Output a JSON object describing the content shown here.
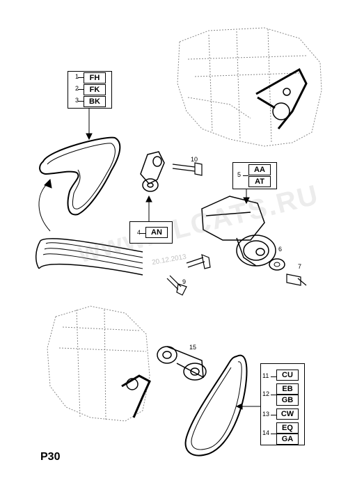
{
  "reference": "P30",
  "watermark": "www.ELCATS.RU",
  "datestamp": "20.12.2013",
  "part_numbers": [
    "1",
    "2",
    "3",
    "4",
    "5",
    "6",
    "7",
    "9",
    "10",
    "11",
    "12",
    "13",
    "14",
    "15"
  ],
  "code_groups": {
    "g1": [
      {
        "num": "1",
        "code": "FH"
      },
      {
        "num": "2",
        "code": "FK"
      },
      {
        "num": "3",
        "code": "BK"
      }
    ],
    "g4": [
      {
        "num": "4",
        "code": "AN"
      }
    ],
    "g5": [
      {
        "num": "5",
        "code": "AA"
      },
      {
        "num": "",
        "code": "AT"
      }
    ],
    "g11": [
      {
        "num": "11",
        "code": "CU"
      },
      {
        "num": "12",
        "code": "EB"
      },
      {
        "num": "",
        "code": "GB"
      },
      {
        "num": "13",
        "code": "CW"
      },
      {
        "num": "14",
        "code": "EQ"
      },
      {
        "num": "",
        "code": "GA"
      }
    ]
  }
}
